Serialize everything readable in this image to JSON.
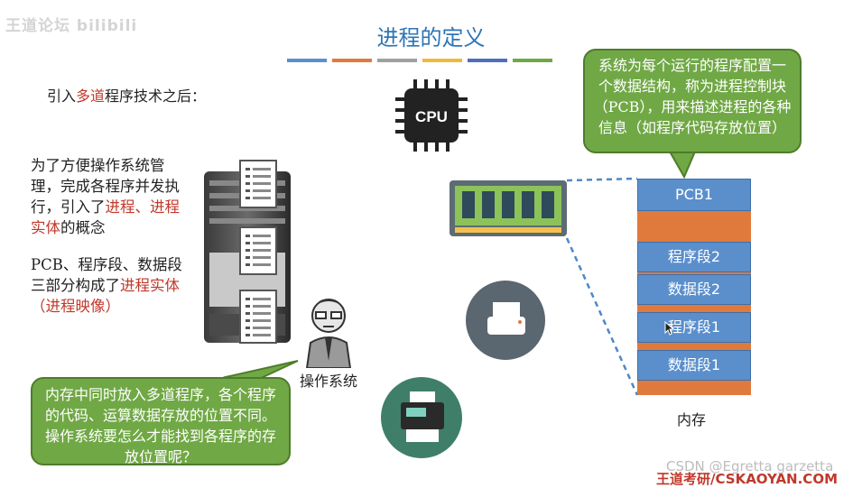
{
  "watermark": "王道论坛 bilibili",
  "title": "进程的定义",
  "color_bars": [
    "#5b8fcc",
    "#e07a3c",
    "#a0a0a0",
    "#f0b93a",
    "#4e6fbf",
    "#70a845"
  ],
  "intro": {
    "prefix": "引入",
    "highlight": "多道",
    "suffix": "程序技术之后："
  },
  "para1": {
    "text": "为了方便操作系统管理，完成各程序并发执行，引入了",
    "highlight": "进程、进程实体",
    "suffix": "的概念"
  },
  "para2": {
    "text": "PCB、程序段、数据段三部分构成了",
    "highlight": "进程实体（进程映像）"
  },
  "bubble_top": "系统为每个运行的程序配置一个数据结构，称为进程控制块（PCB），用来描述进程的各种信息（如程序代码存放位置）",
  "bubble_bottom": "内存中同时放入多道程序，各个程序的代码、运算数据存放的位置不同。操作系统要怎么才能找到各程序的存放位置呢？",
  "cpu_label": "CPU",
  "os_label": "操作系统",
  "memory": {
    "label": "内存",
    "blocks": [
      "PCB1",
      "程序段2",
      "数据段2",
      "程序段1",
      "数据段1"
    ]
  },
  "footer": {
    "csdn": "CSDN @Egretta garzetta",
    "wangdao": "王道考研/CSKAOYAN.COM"
  }
}
